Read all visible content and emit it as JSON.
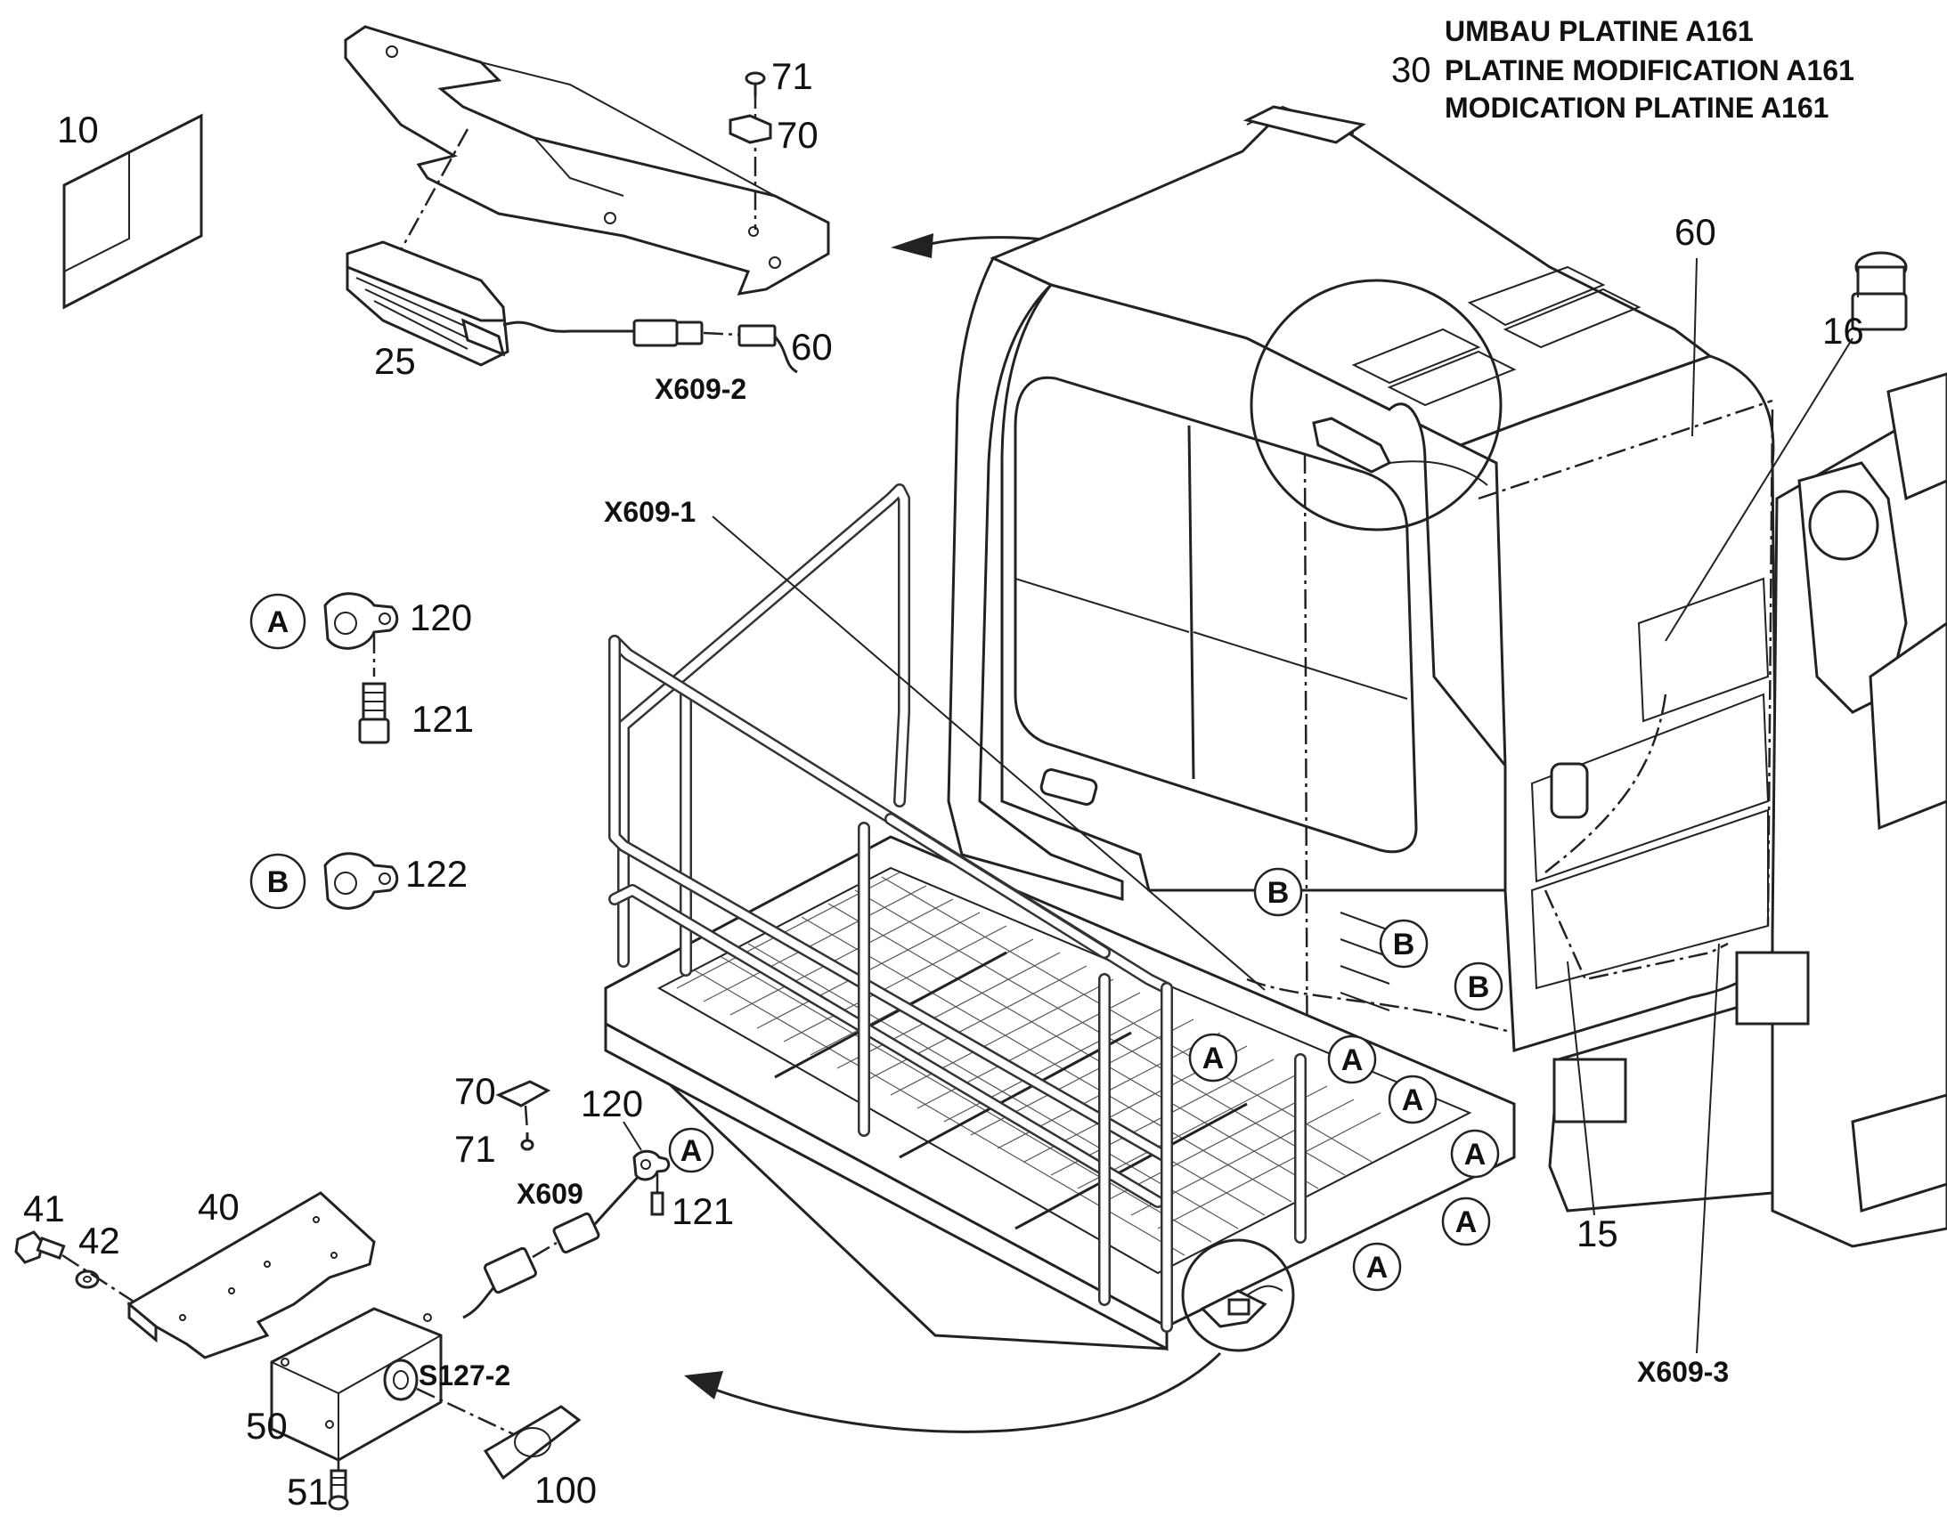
{
  "title": {
    "number": "30",
    "lines": [
      "UMBAU PLATINE A161",
      "PLATINE MODIFICATION A161",
      "MODICATION PLATINE A161"
    ]
  },
  "callouts": {
    "c10": "10",
    "c25": "25",
    "c60a": "60",
    "c60b": "60",
    "c70a": "70",
    "c71a": "71",
    "c16": "16",
    "c120a": "120",
    "c121a": "121",
    "c122": "122",
    "c15": "15",
    "c40": "40",
    "c41": "41",
    "c42": "42",
    "c50": "50",
    "c51": "51",
    "c70b": "70",
    "c71b": "71",
    "c100": "100",
    "c120b": "120",
    "c121b": "121"
  },
  "connectors": {
    "x609": "X609",
    "x609_1": "X609-1",
    "x609_2": "X609-2",
    "x609_3": "X609-3",
    "s127_2": "S127-2"
  },
  "clip_letters": {
    "a": "A",
    "b": "B"
  }
}
